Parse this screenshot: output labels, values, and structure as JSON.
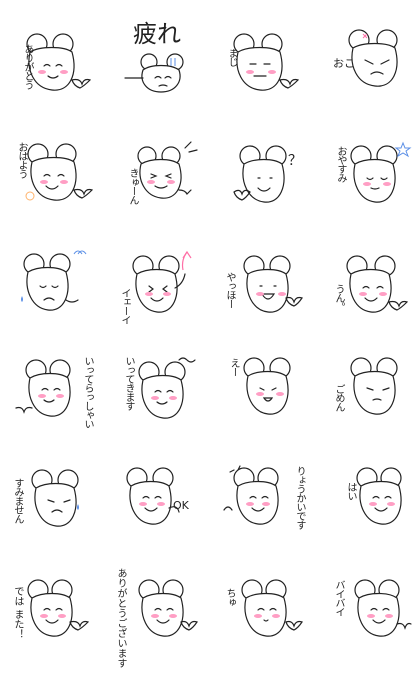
{
  "stickers": [
    {
      "caption": "ありがとう"
    },
    {
      "caption": "疲れ"
    },
    {
      "caption": "まじ"
    },
    {
      "caption": "おこ"
    },
    {
      "caption": "おはよう"
    },
    {
      "caption": "きゅーん"
    },
    {
      "caption": "？"
    },
    {
      "caption": "おやすみ"
    },
    {
      "caption": ""
    },
    {
      "caption": "イェーイ"
    },
    {
      "caption": "やっほー"
    },
    {
      "caption": "うん。"
    },
    {
      "caption": "いってらっしゃい"
    },
    {
      "caption": "いってきます"
    },
    {
      "caption": "えー"
    },
    {
      "caption": "ごめん"
    },
    {
      "caption": "すみません"
    },
    {
      "caption": "OK"
    },
    {
      "caption": "りょうかいです"
    },
    {
      "caption": "はい"
    },
    {
      "caption": "では また！"
    },
    {
      "caption": "ありがとうございます"
    },
    {
      "caption": "ちゅ"
    },
    {
      "caption": "バイバイ"
    }
  ],
  "colors": {
    "line": "#222222",
    "blush": "#ff9ec4",
    "accent_blue": "#5b8fe6",
    "accent_pink": "#ff6fa6",
    "accent_orange": "#ffb36b"
  }
}
